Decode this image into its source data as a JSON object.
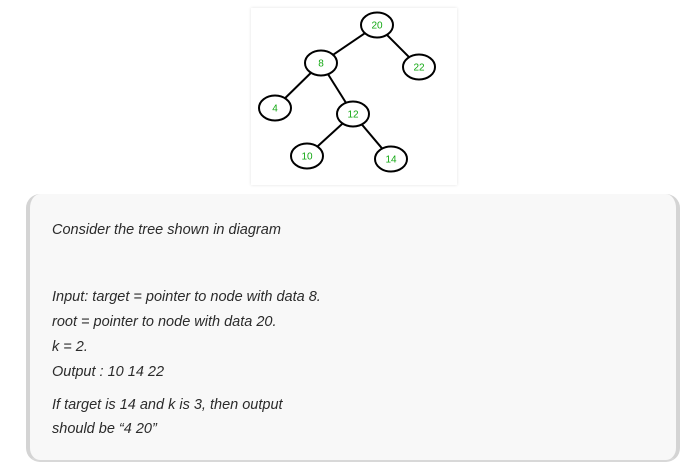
{
  "tree": {
    "nodes": [
      {
        "id": "20",
        "label": "20"
      },
      {
        "id": "8",
        "label": "8"
      },
      {
        "id": "22",
        "label": "22"
      },
      {
        "id": "4",
        "label": "4"
      },
      {
        "id": "12",
        "label": "12"
      },
      {
        "id": "10",
        "label": "10"
      },
      {
        "id": "14",
        "label": "14"
      }
    ],
    "edges": [
      [
        "20",
        "8"
      ],
      [
        "20",
        "22"
      ],
      [
        "8",
        "4"
      ],
      [
        "8",
        "12"
      ],
      [
        "12",
        "10"
      ],
      [
        "12",
        "14"
      ]
    ],
    "label_color": "#12a812",
    "stroke_color": "#000000"
  },
  "example": {
    "intro": "Consider the tree shown in diagram",
    "input_line": "Input: target = pointer to node with data 8.",
    "root_line": "root = pointer to node with data 20.",
    "k_line": "k = 2.",
    "output_line": "Output : 10 14 22",
    "note_line_1": "If target is 14 and k is 3, then output",
    "note_line_2": "should be “4 20”"
  }
}
